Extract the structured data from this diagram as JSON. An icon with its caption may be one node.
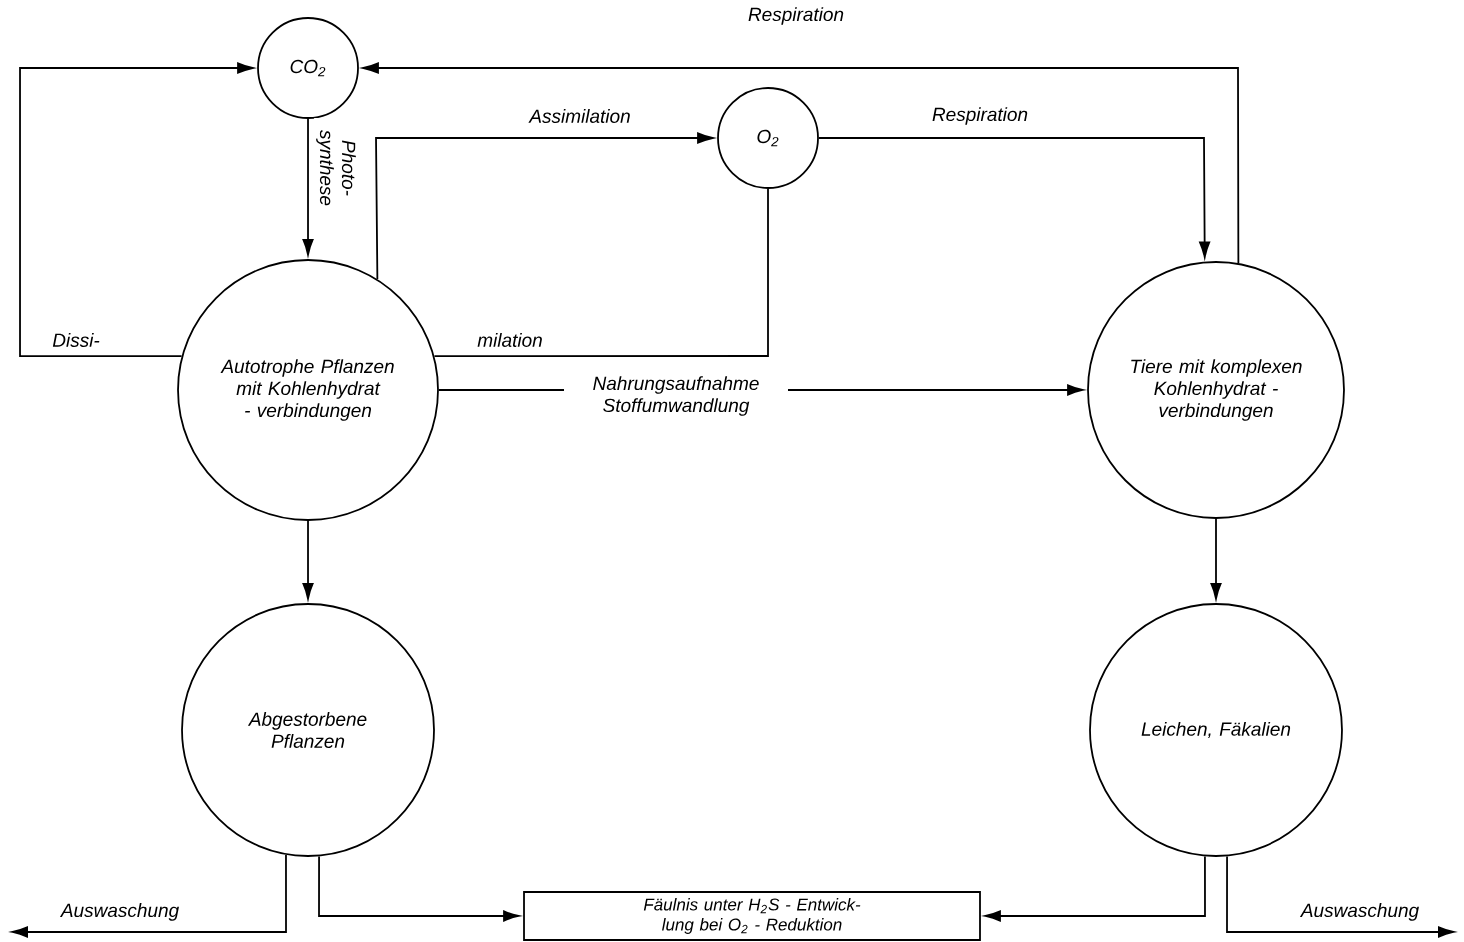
{
  "diagram": {
    "nodes": [
      {
        "text": [
          "CO$_{2}$"
        ]
      },
      {
        "text": [
          "O$_{2}$"
        ]
      },
      {
        "text": [
          "Autotrophe Pflanzen mit Kohlenhydrat - verbindungen"
        ]
      },
      {
        "text": [
          "Tiere mit komplexen Kohlenhydrat - verbindungen"
        ]
      },
      {
        "text": [
          "Abgestorbene Pflanzen"
        ]
      },
      {
        "text": [
          "Leichen, Fäkalien"
        ]
      },
      {
        "text": [
          "Fäulnis unter H$_{2}$S - Entwick- lung bei O$_{2}$ - Reduktion"
        ]
      }
    ],
    "edges": [
      {
        "from": 0,
        "to": 2,
        "arrow": "to",
        "label": "Photo- synthese"
      },
      {
        "from": 2,
        "to": 0,
        "arrow": "to",
        "label": "Dissi-"
      },
      {
        "from": 1,
        "to": 2,
        "arrow": "none",
        "label": "milation"
      },
      {
        "from": 2,
        "to": 1,
        "arrow": "to",
        "label": "Assimilation"
      },
      {
        "from": 1,
        "to": 3,
        "arrow": "to",
        "label": "Respiration"
      },
      {
        "from": 3,
        "to": 0,
        "arrow": "to",
        "label": "Respiration"
      },
      {
        "from": 2,
        "to": 3,
        "arrow": "to",
        "label": "Nahrungsaufnahme Stoffumwandlung"
      },
      {
        "from": 2,
        "to": 4,
        "arrow": "to"
      },
      {
        "from": 3,
        "to": 5,
        "arrow": "to"
      },
      {
        "from": 4,
        "to": 6,
        "arrow": "to"
      },
      {
        "from": 5,
        "to": 6,
        "arrow": "to"
      },
      {
        "from": 4,
        "to": null,
        "arrow": "to",
        "label": "Auswaschung"
      },
      {
        "from": 5,
        "to": null,
        "arrow": "to",
        "label": "Auswaschung"
      }
    ]
  }
}
